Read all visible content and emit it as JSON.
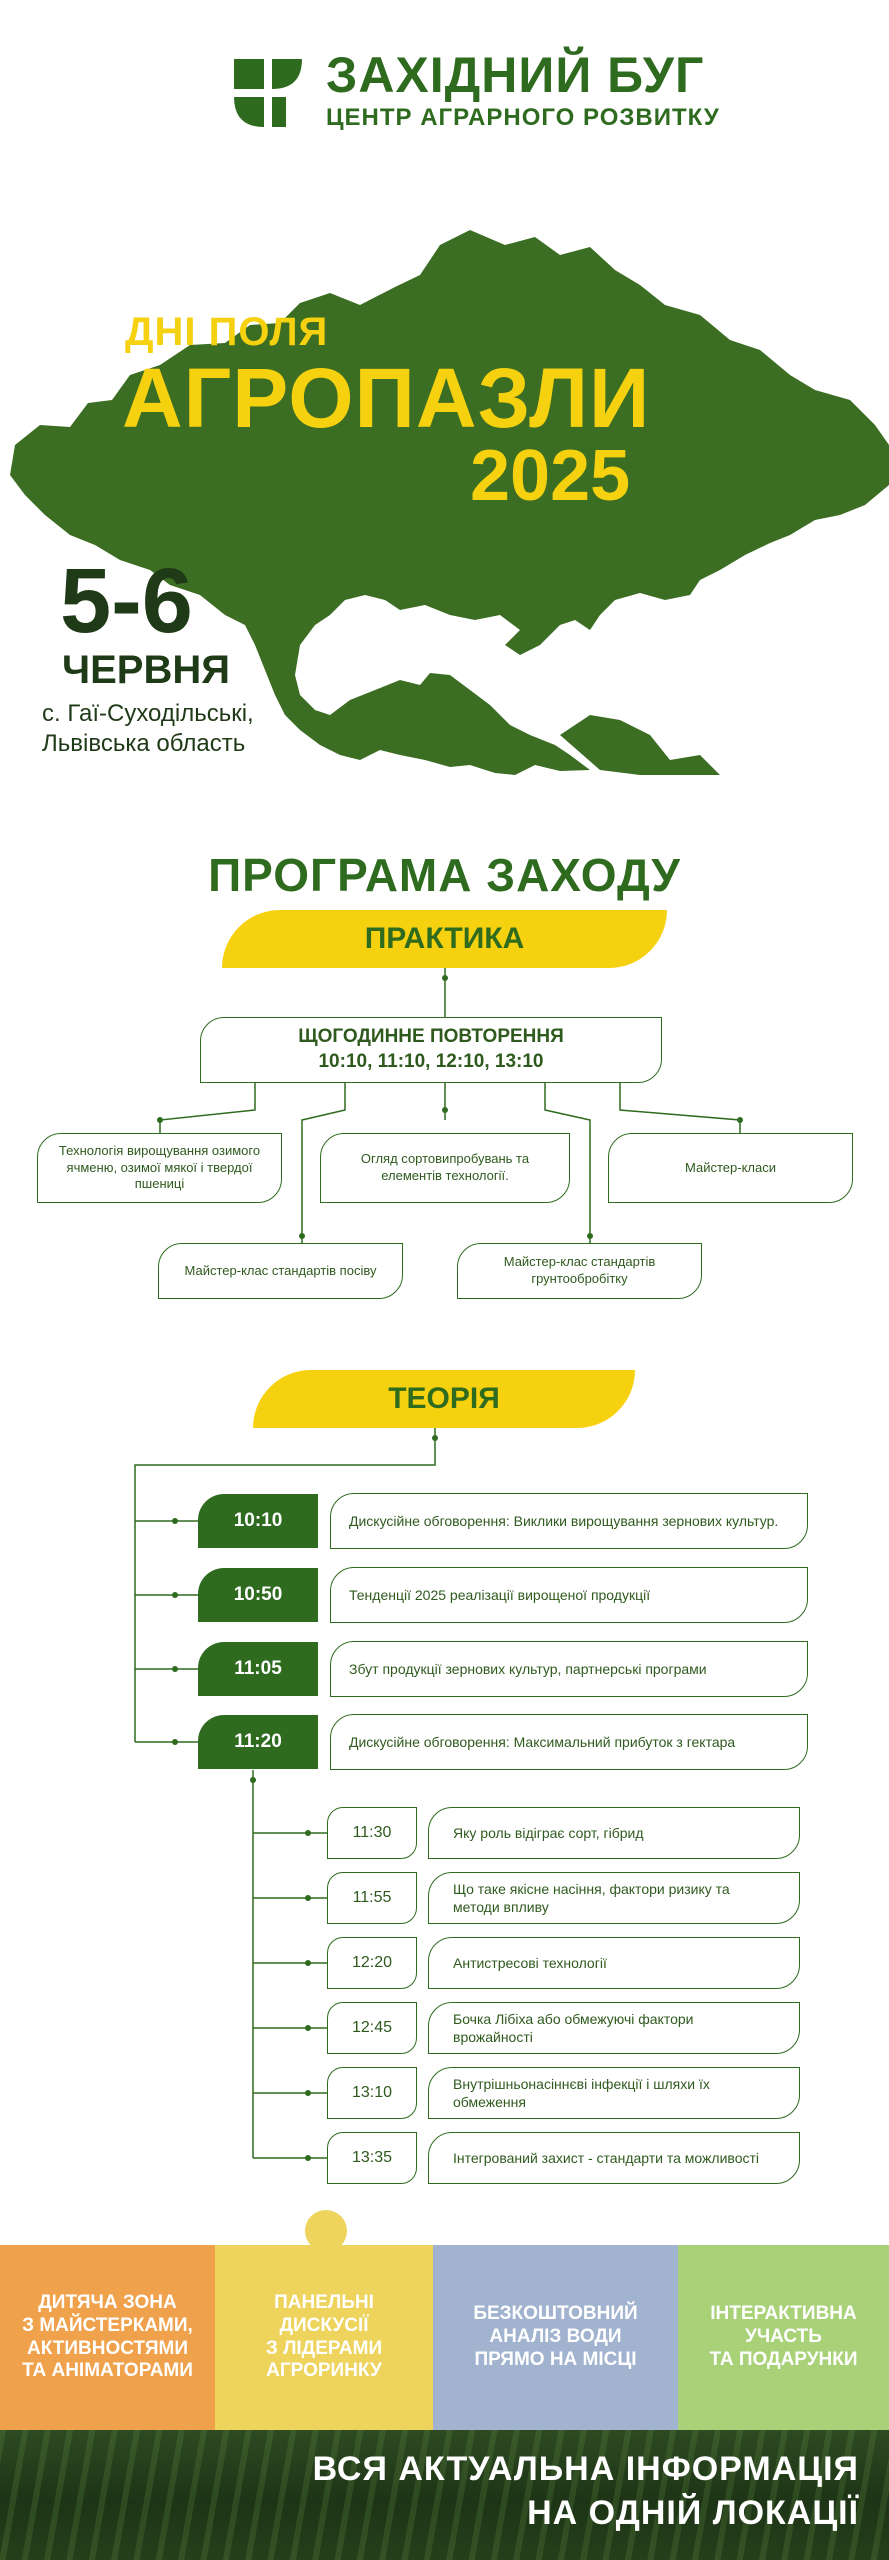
{
  "colors": {
    "brand_green": "#2f6b1f",
    "map_green": "#3b6d22",
    "accent_yellow": "#f6d10f",
    "dark_text": "#1f3a16",
    "orange": "#f0a14b",
    "yellow_soft": "#eed35c",
    "blue_grey": "#a1b3cf",
    "light_green": "#a8d178"
  },
  "header": {
    "logo_icon": "cross-leaf-icon",
    "brand_name": "ЗАХІДНИЙ БУГ",
    "brand_subtitle": "ЦЕНТР АГРАРНОГО РОЗВИТКУ"
  },
  "hero": {
    "kicker": "ДНІ ПОЛЯ",
    "title": "АГРОПАЗЛИ",
    "year": "2025",
    "date_range": "5-6",
    "month": "ЧЕРВНЯ",
    "place_line1": "с. Гаї-Суходільські,",
    "place_line2": "Львівська область"
  },
  "program": {
    "title": "ПРОГРАМА ЗАХОДУ",
    "practice": {
      "label": "ПРАКТИКА",
      "daily_title": "ЩОГОДИННЕ ПОВТОРЕННЯ",
      "daily_times": "10:10, 11:10, 12:10, 13:10",
      "items": [
        "Технологія вирощування озимого ячменю, озимої мякої і твердої пшениці",
        "Огляд сортовипробувань та елементів технології.",
        "Майстер-класи",
        "Майстер-клас стандартів посіву",
        "Майстер-клас стандартів грунтообробітку"
      ]
    },
    "theory": {
      "label": "ТЕОРІЯ",
      "sessions": [
        {
          "time": "10:10",
          "text": "Дискусійне обговорення: Виклики вирощування зернових культур."
        },
        {
          "time": "10:50",
          "text": "Тенденції 2025 реалізації вирощеної продукції"
        },
        {
          "time": "11:05",
          "text": "Збут продукції зернових культур, партнерські програми"
        },
        {
          "time": "11:20",
          "text": "Дискусійне обговорення: Максимальний прибуток з гектара"
        }
      ],
      "subsessions": [
        {
          "time": "11:30",
          "text": "Яку роль відіграє сорт, гібрид"
        },
        {
          "time": "11:55",
          "text": "Що таке якісне насіння, фактори ризику та методи впливу"
        },
        {
          "time": "12:20",
          "text": "Антистресові технології"
        },
        {
          "time": "12:45",
          "text": "Бочка Лібіха або обмежуючі фактори врожайності"
        },
        {
          "time": "13:10",
          "text": "Внутрішньонасіннєві інфекції і шляхи їх обмеження"
        },
        {
          "time": "13:35",
          "text": "Інтегрований захист - стандарти та можливості"
        }
      ]
    }
  },
  "features": [
    {
      "line1": "ДИТЯЧА ЗОНА",
      "line2": "З МАЙСТЕРКАМИ,",
      "line3": "АКТИВНОСТЯМИ",
      "line4": "ТА АНІМАТОРАМИ"
    },
    {
      "line1": "ПАНЕЛЬНІ",
      "line2": "ДИСКУСІЇ",
      "line3": "З ЛІДЕРАМИ",
      "line4": "АГРОРИНКУ"
    },
    {
      "line1": "БЕЗКОШТОВНИЙ",
      "line2": "АНАЛІЗ ВОДИ",
      "line3": "ПРЯМО НА МІСЦІ"
    },
    {
      "line1": "ІНТЕРАКТИВНА",
      "line2": "УЧАСТЬ",
      "line3": "ТА ПОДАРУНКИ"
    }
  ],
  "footer": {
    "line1": "ВСЯ АКТУАЛЬНА ІНФОРМАЦІЯ",
    "line2": "НА ОДНІЙ ЛОКАЦІЇ"
  }
}
